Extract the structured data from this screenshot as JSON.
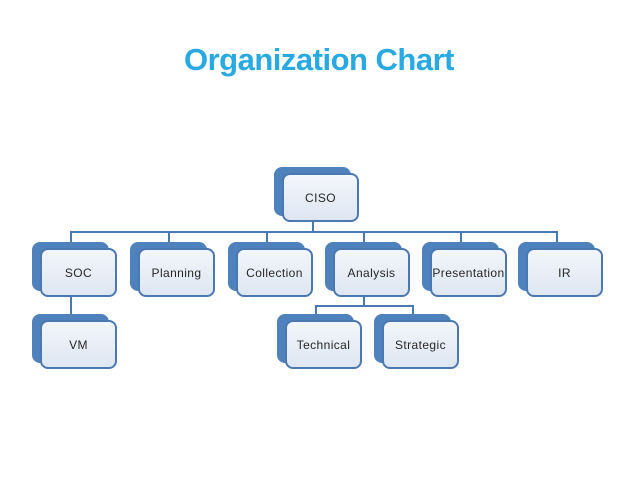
{
  "slide": {
    "title": "Organization Chart",
    "title_color": "#29A9E1",
    "background": "#FFFFFF"
  },
  "org_chart": {
    "nodes": {
      "ciso": {
        "label": "CISO",
        "parent": null
      },
      "soc": {
        "label": "SOC",
        "parent": "CISO"
      },
      "planning": {
        "label": "Planning",
        "parent": "CISO"
      },
      "collection": {
        "label": "Collection",
        "parent": "CISO"
      },
      "analysis": {
        "label": "Analysis",
        "parent": "CISO"
      },
      "presentation": {
        "label": "Presentation",
        "parent": "CISO"
      },
      "ir": {
        "label": "IR",
        "parent": "CISO"
      },
      "vm": {
        "label": "VM",
        "parent": "SOC"
      },
      "technical": {
        "label": "Technical",
        "parent": "Analysis"
      },
      "strategic": {
        "label": "Strategic",
        "parent": "Analysis"
      }
    },
    "style": {
      "node_shadow": "#4F81BD",
      "node_border": "#4A78B0",
      "node_fill_top": "#F3F6FB",
      "node_fill_bottom": "#DEE6F2",
      "connector": "#4A78B0",
      "label_color": "#262626"
    }
  }
}
